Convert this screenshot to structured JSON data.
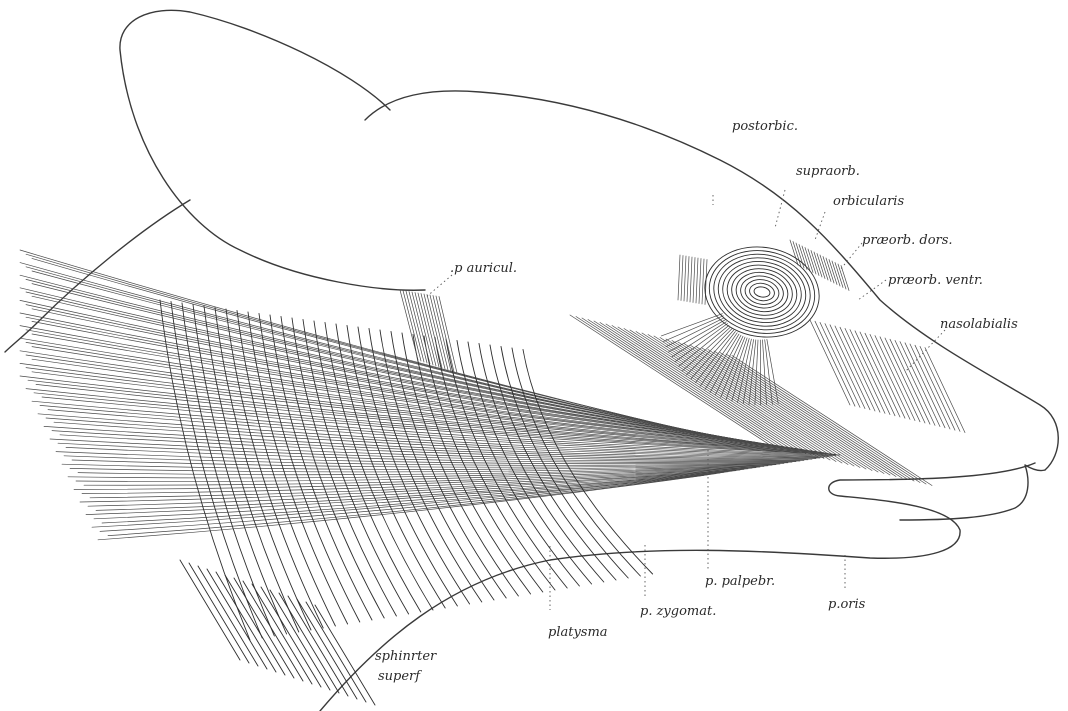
{
  "labels": {
    "postorbic": "postorbic.",
    "supraorb": "supraorb.",
    "orbicularis": "orbicularis",
    "praeorb_dors": "præorb. dors.",
    "praeorb_ventr": "præorb. ventr.",
    "nasolabialis": "nasolabialis",
    "p_auricul": ".p auricul.",
    "p_palpebr": "p. palpebr.",
    "p_oris": "p.oris",
    "p_zygomat": "p. zygomat.",
    "platysma": "platysma",
    "sphincter": "sphinrter",
    "superf": "superf"
  },
  "colors": {
    "ink": "#3a3a3a",
    "paper": "#ffffff"
  }
}
